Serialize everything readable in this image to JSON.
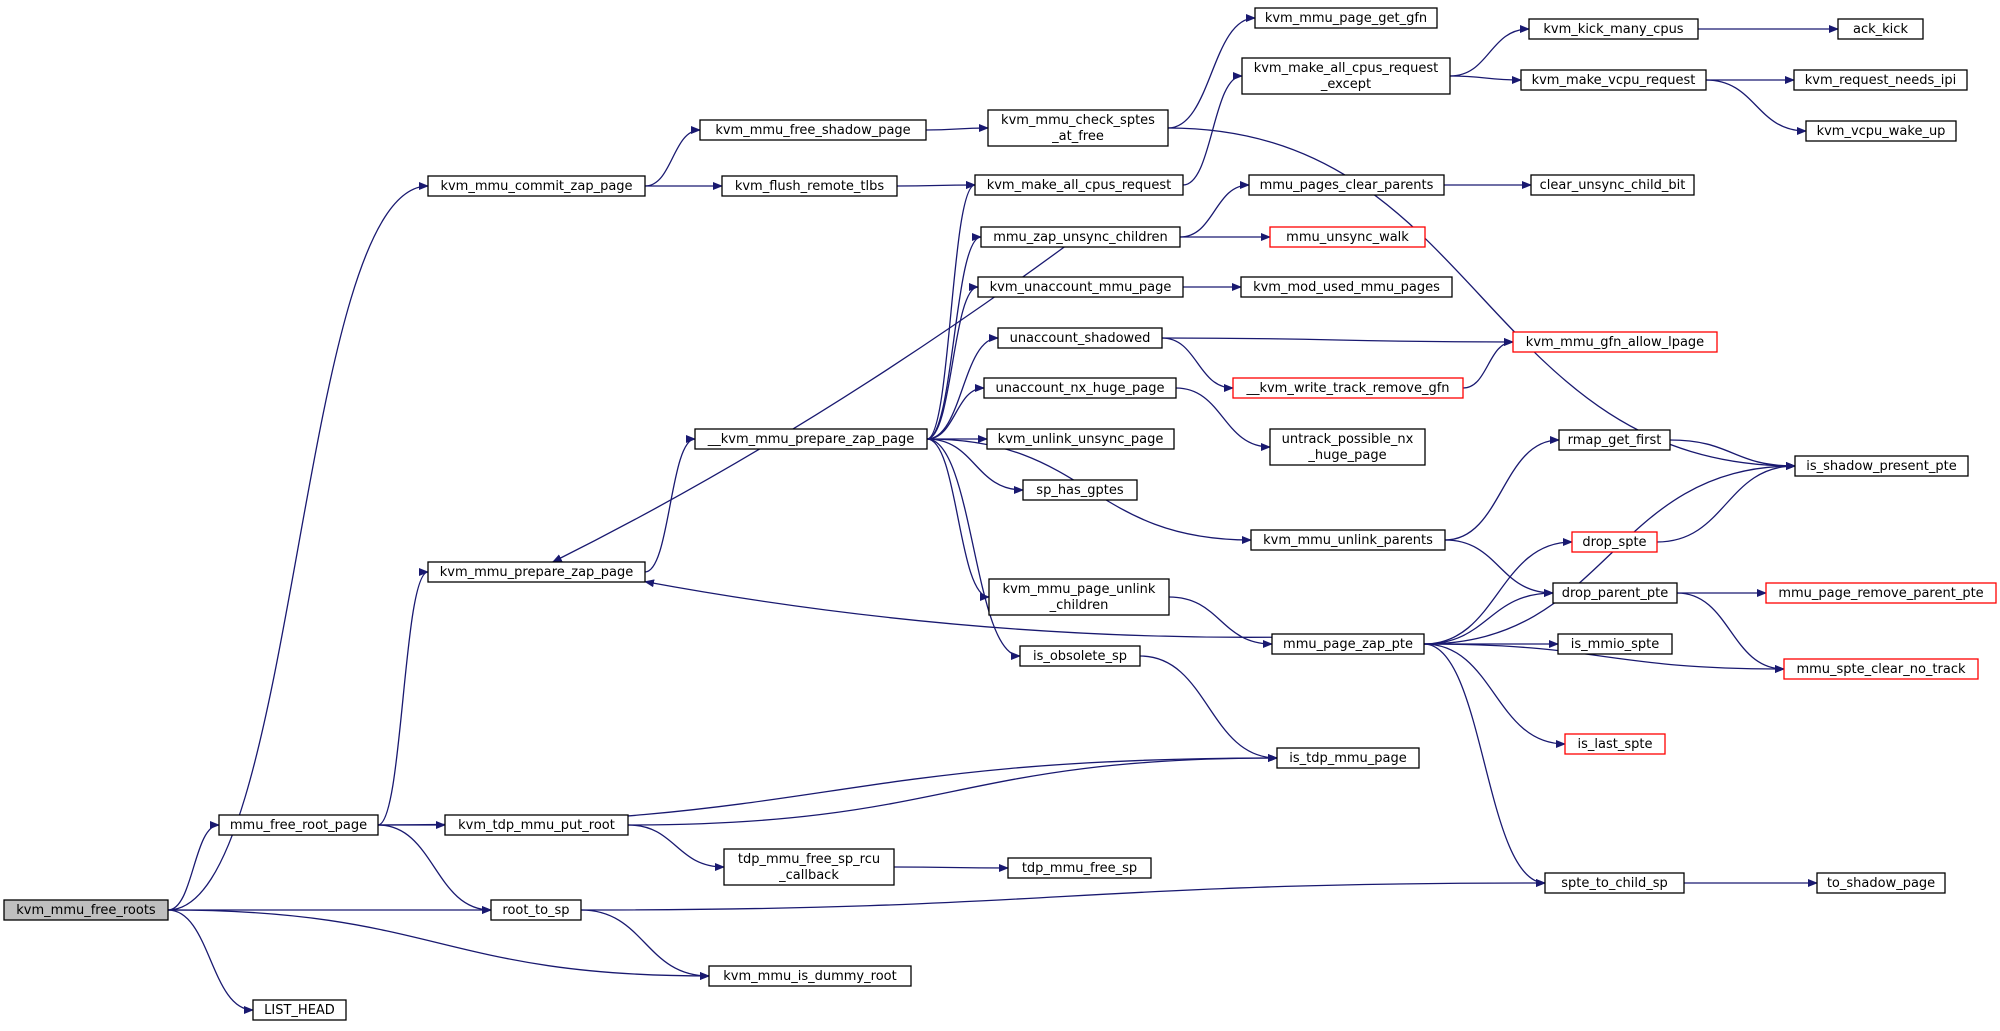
{
  "colors": {
    "background": "#ffffff",
    "edge": "#191970",
    "node_border": "#000000",
    "truncated_border": "#ff0000",
    "root_fill": "#bfbfbf"
  },
  "nodes": [
    {
      "id": "kvm_mmu_free_roots",
      "lines": [
        "kvm_mmu_free_roots"
      ],
      "style": "root"
    },
    {
      "id": "kvm_mmu_commit_zap_page",
      "lines": [
        "kvm_mmu_commit_zap_page"
      ]
    },
    {
      "id": "kvm_mmu_prepare_zap_page",
      "lines": [
        "kvm_mmu_prepare_zap_page"
      ]
    },
    {
      "id": "mmu_free_root_page",
      "lines": [
        "mmu_free_root_page"
      ]
    },
    {
      "id": "LIST_HEAD",
      "lines": [
        "LIST_HEAD"
      ]
    },
    {
      "id": "kvm_mmu_free_shadow_page",
      "lines": [
        "kvm_mmu_free_shadow_page"
      ]
    },
    {
      "id": "kvm_flush_remote_tlbs",
      "lines": [
        "kvm_flush_remote_tlbs"
      ]
    },
    {
      "id": "__kvm_mmu_prepare_zap_page",
      "lines": [
        "__kvm_mmu_prepare_zap_page"
      ]
    },
    {
      "id": "kvm_tdp_mmu_put_root",
      "lines": [
        "kvm_tdp_mmu_put_root"
      ]
    },
    {
      "id": "root_to_sp",
      "lines": [
        "root_to_sp"
      ]
    },
    {
      "id": "tdp_mmu_free_sp_rcu_callback",
      "lines": [
        "tdp_mmu_free_sp_rcu",
        "_callback"
      ]
    },
    {
      "id": "kvm_mmu_is_dummy_root",
      "lines": [
        "kvm_mmu_is_dummy_root"
      ]
    },
    {
      "id": "kvm_mmu_check_sptes_at_free",
      "lines": [
        "kvm_mmu_check_sptes",
        "_at_free"
      ]
    },
    {
      "id": "kvm_make_all_cpus_request",
      "lines": [
        "kvm_make_all_cpus_request"
      ]
    },
    {
      "id": "mmu_zap_unsync_children",
      "lines": [
        "mmu_zap_unsync_children"
      ]
    },
    {
      "id": "kvm_unaccount_mmu_page",
      "lines": [
        "kvm_unaccount_mmu_page"
      ]
    },
    {
      "id": "unaccount_shadowed",
      "lines": [
        "unaccount_shadowed"
      ]
    },
    {
      "id": "unaccount_nx_huge_page",
      "lines": [
        "unaccount_nx_huge_page"
      ]
    },
    {
      "id": "kvm_unlink_unsync_page",
      "lines": [
        "kvm_unlink_unsync_page"
      ]
    },
    {
      "id": "sp_has_gptes",
      "lines": [
        "sp_has_gptes"
      ]
    },
    {
      "id": "kvm_mmu_page_unlink_children",
      "lines": [
        "kvm_mmu_page_unlink",
        "_children"
      ]
    },
    {
      "id": "is_obsolete_sp",
      "lines": [
        "is_obsolete_sp"
      ]
    },
    {
      "id": "tdp_mmu_free_sp",
      "lines": [
        "tdp_mmu_free_sp"
      ]
    },
    {
      "id": "kvm_mmu_page_get_gfn",
      "lines": [
        "kvm_mmu_page_get_gfn"
      ]
    },
    {
      "id": "kvm_make_all_cpus_request_except",
      "lines": [
        "kvm_make_all_cpus_request",
        "_except"
      ]
    },
    {
      "id": "mmu_pages_clear_parents",
      "lines": [
        "mmu_pages_clear_parents"
      ]
    },
    {
      "id": "mmu_unsync_walk",
      "lines": [
        "mmu_unsync_walk"
      ],
      "style": "truncated"
    },
    {
      "id": "kvm_mod_used_mmu_pages",
      "lines": [
        "kvm_mod_used_mmu_pages"
      ]
    },
    {
      "id": "__kvm_write_track_remove_gfn",
      "lines": [
        "__kvm_write_track_remove_gfn"
      ],
      "style": "truncated"
    },
    {
      "id": "untrack_possible_nx_huge_page",
      "lines": [
        "untrack_possible_nx",
        "_huge_page"
      ]
    },
    {
      "id": "kvm_mmu_unlink_parents",
      "lines": [
        "kvm_mmu_unlink_parents"
      ]
    },
    {
      "id": "mmu_page_zap_pte",
      "lines": [
        "mmu_page_zap_pte"
      ]
    },
    {
      "id": "is_tdp_mmu_page",
      "lines": [
        "is_tdp_mmu_page"
      ]
    },
    {
      "id": "kvm_kick_many_cpus",
      "lines": [
        "kvm_kick_many_cpus"
      ]
    },
    {
      "id": "kvm_make_vcpu_request",
      "lines": [
        "kvm_make_vcpu_request"
      ]
    },
    {
      "id": "clear_unsync_child_bit",
      "lines": [
        "clear_unsync_child_bit"
      ]
    },
    {
      "id": "kvm_mmu_gfn_allow_lpage",
      "lines": [
        "kvm_mmu_gfn_allow_lpage"
      ],
      "style": "truncated"
    },
    {
      "id": "rmap_get_first",
      "lines": [
        "rmap_get_first"
      ]
    },
    {
      "id": "drop_spte",
      "lines": [
        "drop_spte"
      ],
      "style": "truncated"
    },
    {
      "id": "drop_parent_pte",
      "lines": [
        "drop_parent_pte"
      ]
    },
    {
      "id": "is_mmio_spte",
      "lines": [
        "is_mmio_spte"
      ]
    },
    {
      "id": "is_last_spte",
      "lines": [
        "is_last_spte"
      ],
      "style": "truncated"
    },
    {
      "id": "spte_to_child_sp",
      "lines": [
        "spte_to_child_sp"
      ]
    },
    {
      "id": "ack_kick",
      "lines": [
        "ack_kick"
      ]
    },
    {
      "id": "kvm_request_needs_ipi",
      "lines": [
        "kvm_request_needs_ipi"
      ]
    },
    {
      "id": "kvm_vcpu_wake_up",
      "lines": [
        "kvm_vcpu_wake_up"
      ]
    },
    {
      "id": "is_shadow_present_pte",
      "lines": [
        "is_shadow_present_pte"
      ]
    },
    {
      "id": "mmu_page_remove_parent_pte",
      "lines": [
        "mmu_page_remove_parent_pte"
      ],
      "style": "truncated"
    },
    {
      "id": "mmu_spte_clear_no_track",
      "lines": [
        "mmu_spte_clear_no_track"
      ],
      "style": "truncated"
    },
    {
      "id": "to_shadow_page",
      "lines": [
        "to_shadow_page"
      ]
    }
  ],
  "edges": [
    [
      "kvm_mmu_free_roots",
      "kvm_mmu_commit_zap_page"
    ],
    [
      "kvm_mmu_free_roots",
      "mmu_free_root_page"
    ],
    [
      "kvm_mmu_free_roots",
      "root_to_sp"
    ],
    [
      "kvm_mmu_free_roots",
      "kvm_mmu_is_dummy_root"
    ],
    [
      "kvm_mmu_free_roots",
      "LIST_HEAD"
    ],
    [
      "kvm_mmu_commit_zap_page",
      "kvm_mmu_free_shadow_page"
    ],
    [
      "kvm_mmu_commit_zap_page",
      "kvm_flush_remote_tlbs"
    ],
    [
      "kvm_mmu_free_shadow_page",
      "kvm_mmu_check_sptes_at_free"
    ],
    [
      "kvm_mmu_check_sptes_at_free",
      "kvm_mmu_page_get_gfn"
    ],
    [
      "kvm_mmu_check_sptes_at_free",
      "is_shadow_present_pte"
    ],
    [
      "kvm_flush_remote_tlbs",
      "kvm_make_all_cpus_request"
    ],
    [
      "kvm_make_all_cpus_request",
      "kvm_make_all_cpus_request_except"
    ],
    [
      "kvm_make_all_cpus_request_except",
      "kvm_kick_many_cpus"
    ],
    [
      "kvm_make_all_cpus_request_except",
      "kvm_make_vcpu_request"
    ],
    [
      "kvm_kick_many_cpus",
      "ack_kick"
    ],
    [
      "kvm_make_vcpu_request",
      "kvm_request_needs_ipi"
    ],
    [
      "kvm_make_vcpu_request",
      "kvm_vcpu_wake_up"
    ],
    [
      "kvm_mmu_prepare_zap_page",
      "__kvm_mmu_prepare_zap_page"
    ],
    [
      "mmu_free_root_page",
      "kvm_mmu_prepare_zap_page"
    ],
    [
      "mmu_free_root_page",
      "is_tdp_mmu_page"
    ],
    [
      "mmu_free_root_page",
      "kvm_tdp_mmu_put_root"
    ],
    [
      "mmu_free_root_page",
      "root_to_sp"
    ],
    [
      "__kvm_mmu_prepare_zap_page",
      "kvm_make_all_cpus_request"
    ],
    [
      "__kvm_mmu_prepare_zap_page",
      "mmu_zap_unsync_children"
    ],
    [
      "__kvm_mmu_prepare_zap_page",
      "kvm_unaccount_mmu_page"
    ],
    [
      "__kvm_mmu_prepare_zap_page",
      "unaccount_shadowed"
    ],
    [
      "__kvm_mmu_prepare_zap_page",
      "unaccount_nx_huge_page"
    ],
    [
      "__kvm_mmu_prepare_zap_page",
      "kvm_unlink_unsync_page"
    ],
    [
      "__kvm_mmu_prepare_zap_page",
      "sp_has_gptes"
    ],
    [
      "__kvm_mmu_prepare_zap_page",
      "kvm_mmu_unlink_parents"
    ],
    [
      "__kvm_mmu_prepare_zap_page",
      "kvm_mmu_page_unlink_children"
    ],
    [
      "__kvm_mmu_prepare_zap_page",
      "is_obsolete_sp"
    ],
    [
      "mmu_zap_unsync_children",
      "mmu_pages_clear_parents"
    ],
    [
      "mmu_zap_unsync_children",
      "mmu_unsync_walk"
    ],
    [
      "mmu_zap_unsync_children",
      "kvm_mmu_prepare_zap_page"
    ],
    [
      "mmu_pages_clear_parents",
      "clear_unsync_child_bit"
    ],
    [
      "kvm_unaccount_mmu_page",
      "kvm_mod_used_mmu_pages"
    ],
    [
      "unaccount_shadowed",
      "kvm_mmu_gfn_allow_lpage"
    ],
    [
      "unaccount_shadowed",
      "__kvm_write_track_remove_gfn"
    ],
    [
      "__kvm_write_track_remove_gfn",
      "kvm_mmu_gfn_allow_lpage"
    ],
    [
      "unaccount_nx_huge_page",
      "untrack_possible_nx_huge_page"
    ],
    [
      "kvm_mmu_unlink_parents",
      "rmap_get_first"
    ],
    [
      "kvm_mmu_unlink_parents",
      "drop_parent_pte"
    ],
    [
      "rmap_get_first",
      "is_shadow_present_pte"
    ],
    [
      "kvm_mmu_page_unlink_children",
      "mmu_page_zap_pte"
    ],
    [
      "is_obsolete_sp",
      "is_tdp_mmu_page"
    ],
    [
      "mmu_page_zap_pte",
      "is_shadow_present_pte"
    ],
    [
      "mmu_page_zap_pte",
      "drop_spte"
    ],
    [
      "mmu_page_zap_pte",
      "drop_parent_pte"
    ],
    [
      "mmu_page_zap_pte",
      "is_mmio_spte"
    ],
    [
      "mmu_page_zap_pte",
      "mmu_spte_clear_no_track"
    ],
    [
      "mmu_page_zap_pte",
      "is_last_spte"
    ],
    [
      "mmu_page_zap_pte",
      "spte_to_child_sp"
    ],
    [
      "mmu_page_zap_pte",
      "kvm_mmu_prepare_zap_page"
    ],
    [
      "drop_spte",
      "is_shadow_present_pte"
    ],
    [
      "drop_parent_pte",
      "mmu_page_remove_parent_pte"
    ],
    [
      "drop_parent_pte",
      "mmu_spte_clear_no_track"
    ],
    [
      "kvm_tdp_mmu_put_root",
      "is_tdp_mmu_page"
    ],
    [
      "kvm_tdp_mmu_put_root",
      "tdp_mmu_free_sp_rcu_callback"
    ],
    [
      "tdp_mmu_free_sp_rcu_callback",
      "tdp_mmu_free_sp"
    ],
    [
      "root_to_sp",
      "spte_to_child_sp"
    ],
    [
      "root_to_sp",
      "kvm_mmu_is_dummy_root"
    ],
    [
      "spte_to_child_sp",
      "to_shadow_page"
    ]
  ]
}
